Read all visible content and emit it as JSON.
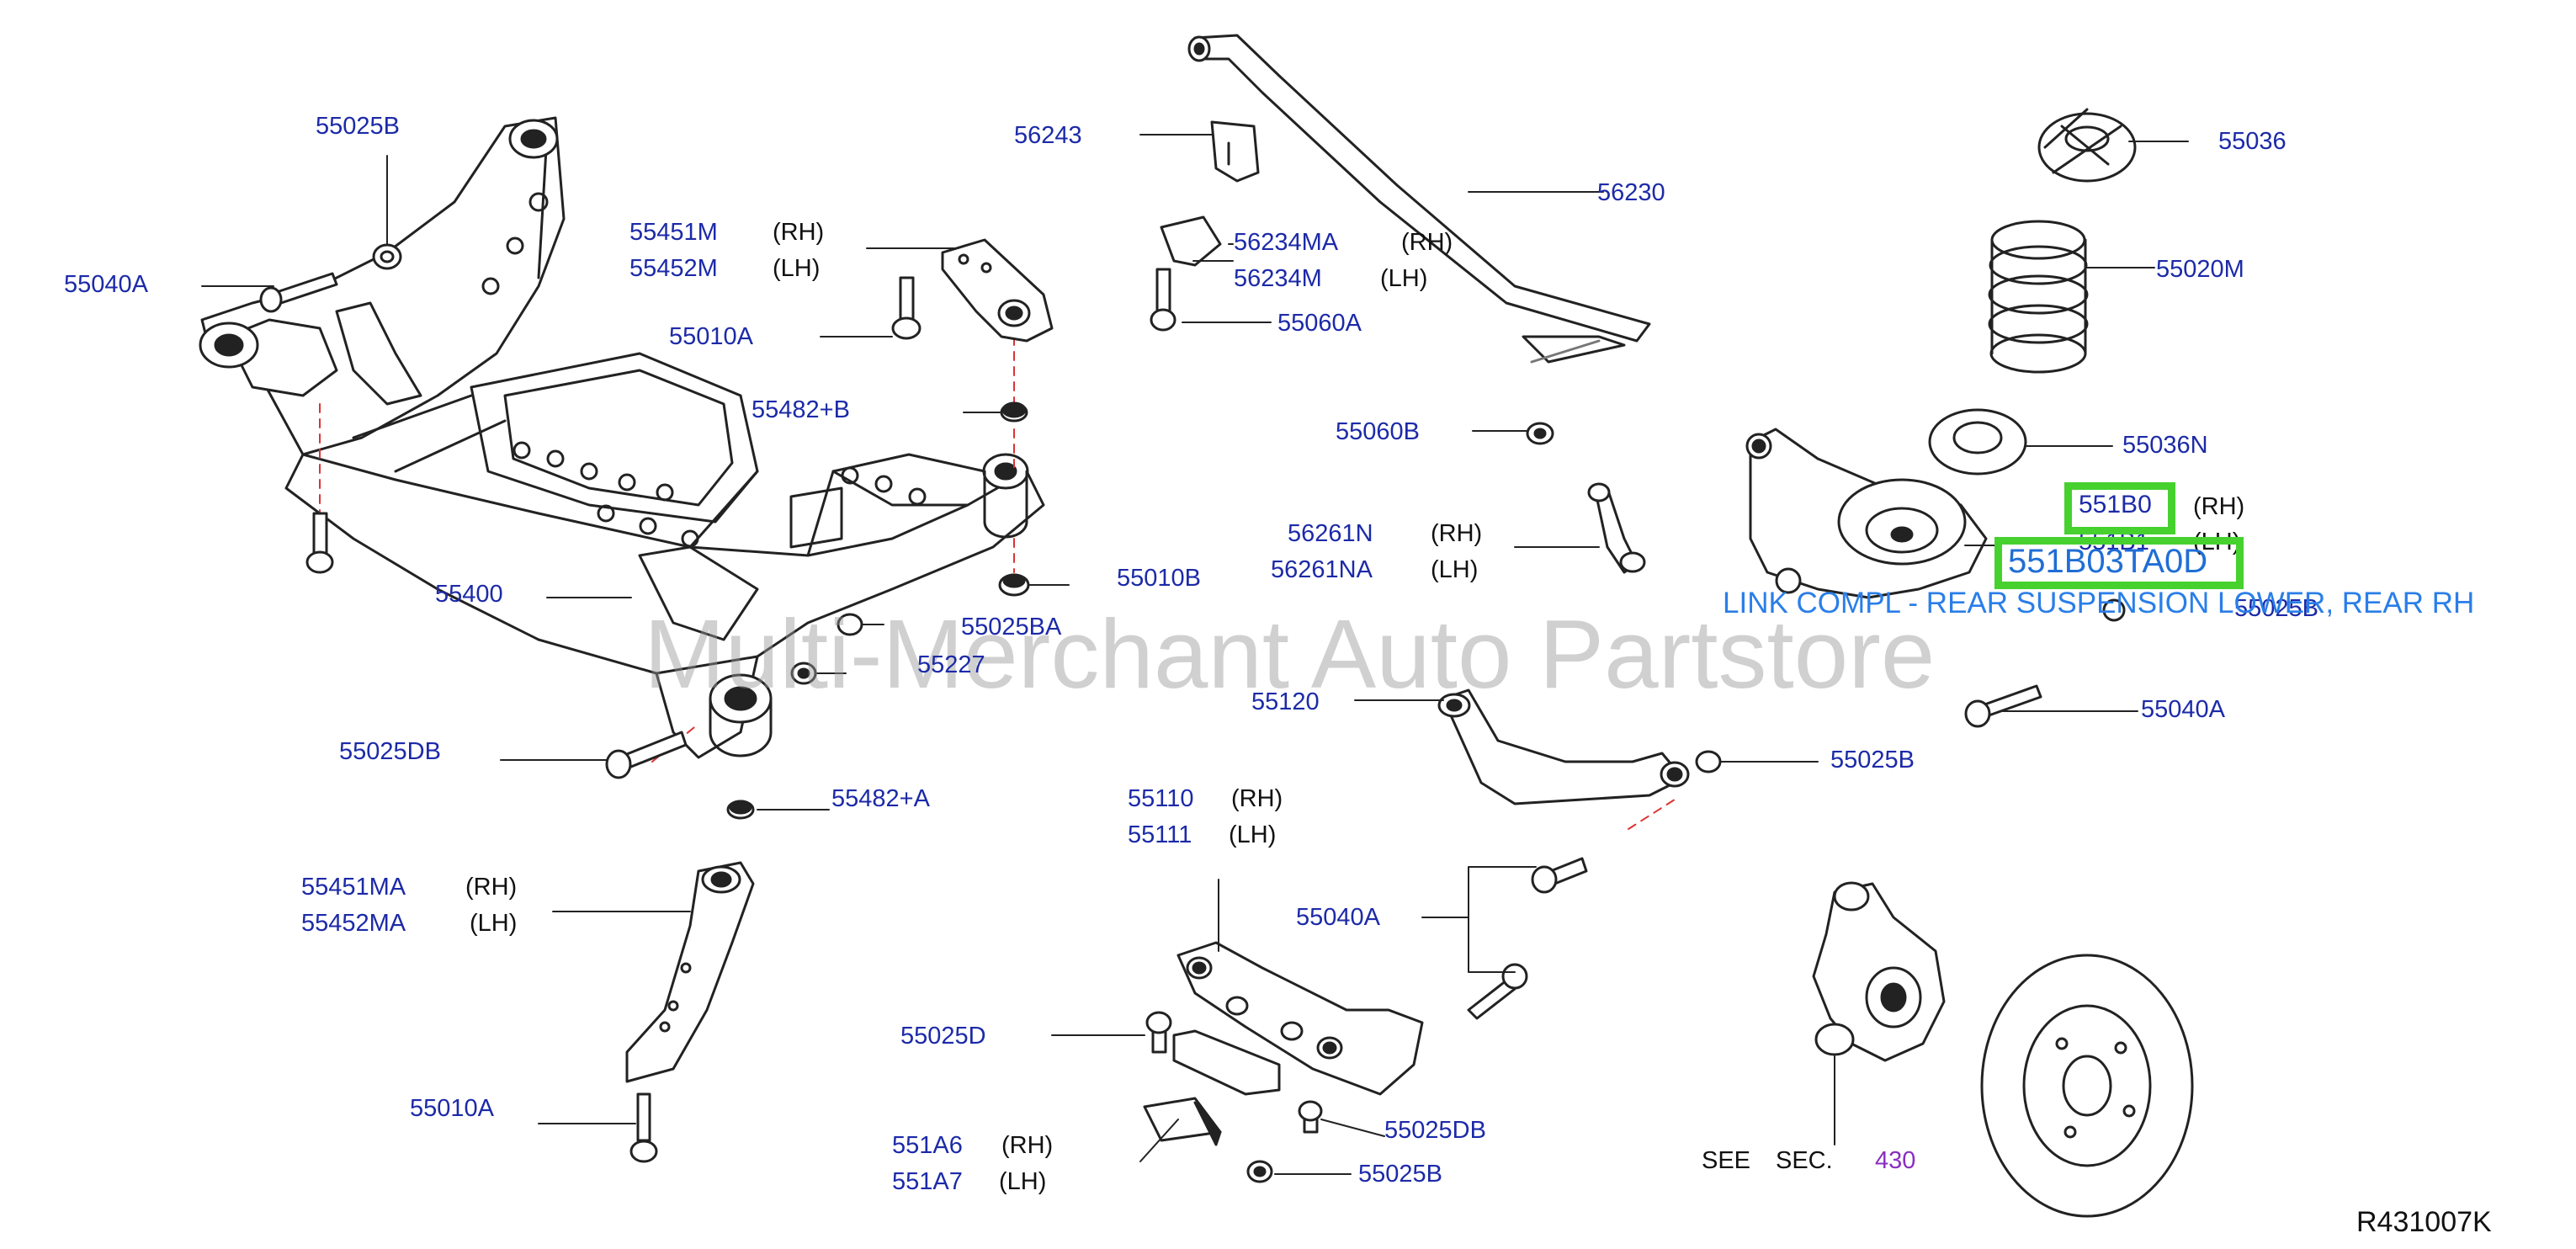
{
  "diagram_code": "R431007K",
  "watermark": "Multi-Merchant Auto Partstore",
  "highlight": {
    "part": "551B0",
    "part_number": "551B03TA0D",
    "description": "LINK COMPL - REAR SUSPENSION LOWER, REAR RH"
  },
  "see_section": {
    "see": "SEE",
    "sec": "SEC.",
    "number": "430"
  },
  "labels": [
    {
      "id": "55025B-top",
      "text": "55025B"
    },
    {
      "id": "55040A-left",
      "text": "55040A"
    },
    {
      "id": "55451M",
      "text": "55451M",
      "side": "(RH)"
    },
    {
      "id": "55452M",
      "text": "55452M",
      "side": "(LH)"
    },
    {
      "id": "55010A-top",
      "text": "55010A"
    },
    {
      "id": "55482B",
      "text": "55482+B"
    },
    {
      "id": "55400",
      "text": "55400"
    },
    {
      "id": "55010B",
      "text": "55010B"
    },
    {
      "id": "55025BA",
      "text": "55025BA"
    },
    {
      "id": "55227",
      "text": "55227"
    },
    {
      "id": "55025DB-left",
      "text": "55025DB"
    },
    {
      "id": "55482A",
      "text": "55482+A"
    },
    {
      "id": "55451MA",
      "text": "55451MA",
      "side": "(RH)"
    },
    {
      "id": "55452MA",
      "text": "55452MA",
      "side": "(LH)"
    },
    {
      "id": "55010A-bottom",
      "text": "55010A"
    },
    {
      "id": "56243",
      "text": "56243"
    },
    {
      "id": "56230",
      "text": "56230"
    },
    {
      "id": "56234MA",
      "text": "56234MA",
      "side": "(RH)"
    },
    {
      "id": "56234M",
      "text": "56234M",
      "side": "(LH)"
    },
    {
      "id": "55060A",
      "text": "55060A"
    },
    {
      "id": "55060B",
      "text": "55060B"
    },
    {
      "id": "56261N",
      "text": "56261N",
      "side": "(RH)"
    },
    {
      "id": "56261NA",
      "text": "56261NA",
      "side": "(LH)"
    },
    {
      "id": "55120",
      "text": "55120"
    },
    {
      "id": "55110",
      "text": "55110",
      "side": "(RH)"
    },
    {
      "id": "55111",
      "text": "55111",
      "side": "(LH)"
    },
    {
      "id": "55040A-mid",
      "text": "55040A"
    },
    {
      "id": "55025D",
      "text": "55025D"
    },
    {
      "id": "551A6",
      "text": "551A6",
      "side": "(RH)"
    },
    {
      "id": "551A7",
      "text": "551A7",
      "side": "(LH)"
    },
    {
      "id": "55025DB-bottom",
      "text": "55025DB"
    },
    {
      "id": "55025B-bottom",
      "text": "55025B"
    },
    {
      "id": "55036",
      "text": "55036"
    },
    {
      "id": "55020M",
      "text": "55020M"
    },
    {
      "id": "55036N",
      "text": "55036N"
    },
    {
      "id": "551B0-side",
      "side": "(RH)"
    },
    {
      "id": "551B1",
      "text": "551B1",
      "side": "(LH)"
    },
    {
      "id": "55025B-right",
      "text": "55025B"
    },
    {
      "id": "55040A-right",
      "text": "55040A"
    },
    {
      "id": "55025B-lowright",
      "text": "55025B"
    }
  ]
}
